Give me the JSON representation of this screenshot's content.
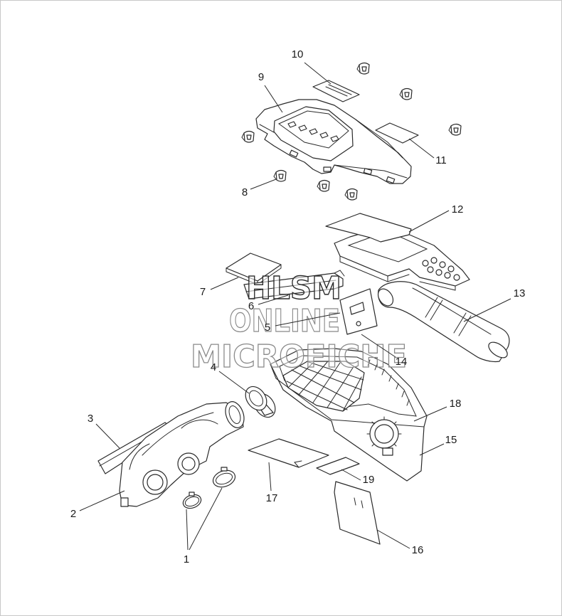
{
  "watermark": {
    "line1": "HLSM",
    "line2": "ONLINE",
    "line3": "MICROFICHE"
  },
  "callouts": {
    "p1": "1",
    "p2": "2",
    "p3": "3",
    "p4": "4",
    "p5": "5",
    "p6": "6",
    "p7": "7",
    "p8": "8",
    "p9": "9",
    "p10": "10",
    "p11": "11",
    "p12": "12",
    "p13": "13",
    "p14": "14",
    "p15": "15",
    "p16": "16",
    "p17": "17",
    "p18": "18",
    "p19": "19"
  }
}
